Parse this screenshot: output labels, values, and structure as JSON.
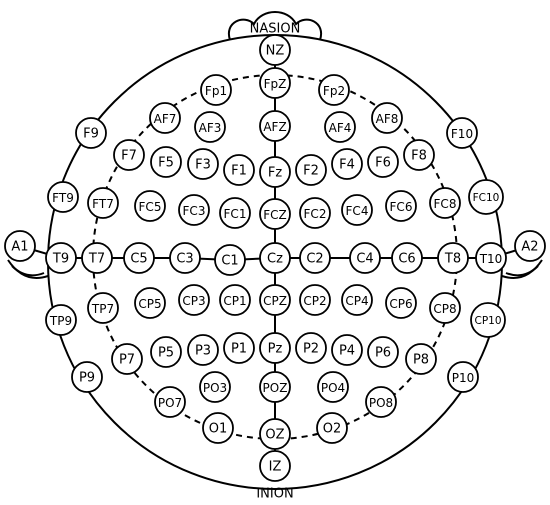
{
  "labels": {
    "nasion": "NASION",
    "inion": "INION"
  },
  "electrodes": [
    {
      "id": "NZ"
    },
    {
      "id": "Fp1"
    },
    {
      "id": "FpZ"
    },
    {
      "id": "Fp2"
    },
    {
      "id": "AF7"
    },
    {
      "id": "AF3"
    },
    {
      "id": "AFZ"
    },
    {
      "id": "AF4"
    },
    {
      "id": "AF8"
    },
    {
      "id": "F9"
    },
    {
      "id": "F10"
    },
    {
      "id": "F7"
    },
    {
      "id": "F5"
    },
    {
      "id": "F3"
    },
    {
      "id": "F1"
    },
    {
      "id": "Fz"
    },
    {
      "id": "F2"
    },
    {
      "id": "F4"
    },
    {
      "id": "F6"
    },
    {
      "id": "F8"
    },
    {
      "id": "FT9"
    },
    {
      "id": "FT7"
    },
    {
      "id": "FC5"
    },
    {
      "id": "FC3"
    },
    {
      "id": "FC1"
    },
    {
      "id": "FCZ"
    },
    {
      "id": "FC2"
    },
    {
      "id": "FC4"
    },
    {
      "id": "FC6"
    },
    {
      "id": "FC8"
    },
    {
      "id": "FC10"
    },
    {
      "id": "A1"
    },
    {
      "id": "T9"
    },
    {
      "id": "T7"
    },
    {
      "id": "C5"
    },
    {
      "id": "C3"
    },
    {
      "id": "C1"
    },
    {
      "id": "Cz"
    },
    {
      "id": "C2"
    },
    {
      "id": "C4"
    },
    {
      "id": "C6"
    },
    {
      "id": "T8"
    },
    {
      "id": "T10"
    },
    {
      "id": "A2"
    },
    {
      "id": "TP9"
    },
    {
      "id": "TP7"
    },
    {
      "id": "CP5"
    },
    {
      "id": "CP3"
    },
    {
      "id": "CP1"
    },
    {
      "id": "CPZ"
    },
    {
      "id": "CP2"
    },
    {
      "id": "CP4"
    },
    {
      "id": "CP6"
    },
    {
      "id": "CP8"
    },
    {
      "id": "CP10"
    },
    {
      "id": "P9"
    },
    {
      "id": "P7"
    },
    {
      "id": "P5"
    },
    {
      "id": "P3"
    },
    {
      "id": "P1"
    },
    {
      "id": "Pz"
    },
    {
      "id": "P2"
    },
    {
      "id": "P4"
    },
    {
      "id": "P6"
    },
    {
      "id": "P8"
    },
    {
      "id": "P10"
    },
    {
      "id": "PO7"
    },
    {
      "id": "PO3"
    },
    {
      "id": "POZ"
    },
    {
      "id": "PO4"
    },
    {
      "id": "PO8"
    },
    {
      "id": "O1"
    },
    {
      "id": "OZ"
    },
    {
      "id": "O2"
    },
    {
      "id": "IZ"
    }
  ]
}
